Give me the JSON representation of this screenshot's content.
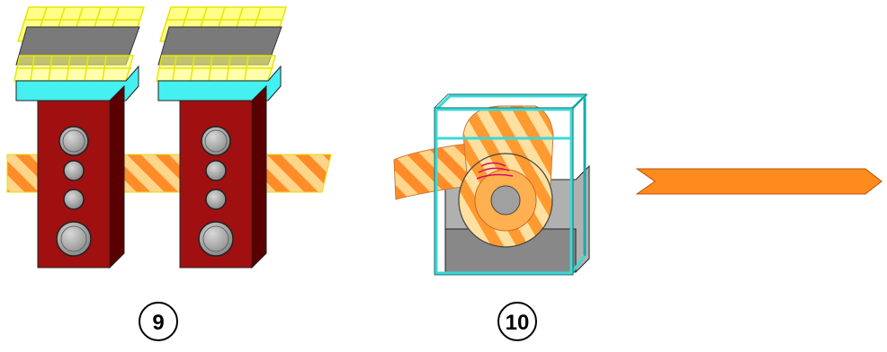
{
  "labels": {
    "step_9": "9",
    "step_10": "10"
  },
  "colors": {
    "rack_yellow": "#ffff55",
    "deck_gray": "#7a7a7a",
    "deck_cyan": "#44f0f0",
    "housing_red": "#a01010",
    "housing_dark": "#5a0000",
    "roll_gray": "#a8a8a8",
    "strip_orange": "#ff8c28",
    "strip_light": "#ffd58a",
    "frame_cyan": "#3cd8d8",
    "base_gray": "#888888",
    "coil_orange": "#ff9a30",
    "arrow_orange": "#ff8a1e"
  },
  "icons": [
    "rolling-mill-stand",
    "coiler-cage",
    "output-strip-arrow"
  ]
}
